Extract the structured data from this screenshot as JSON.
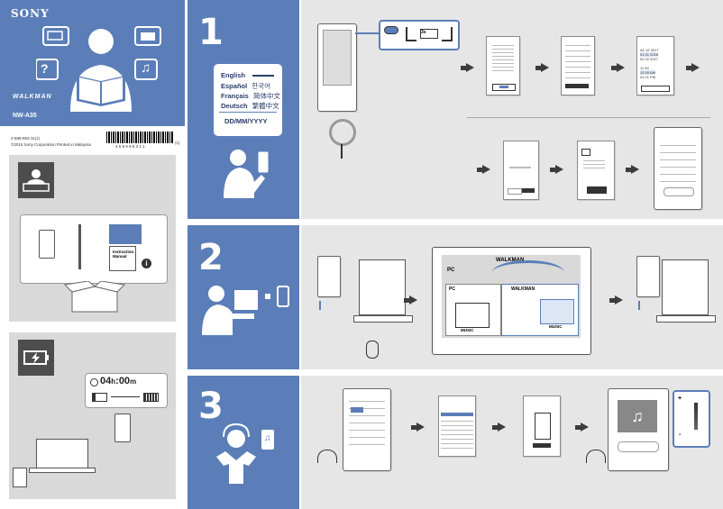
{
  "brand": {
    "sony": "SONY",
    "walkman": "WALKMAN",
    "model": "NW-A35"
  },
  "print_info": {
    "code": "4-589-953-11(1)",
    "copyright": "©2016 Sony Corporation   Printed in Malaysia",
    "barcode_digits": "4 5 8 9 9 5 3 1 1",
    "barcode_suffix": "(1)"
  },
  "steps": {
    "one": "1",
    "two": "2",
    "three": "3"
  },
  "languages": {
    "rows": [
      {
        "left": "English",
        "right": ""
      },
      {
        "left": "Español",
        "right": "한국어"
      },
      {
        "left": "Français",
        "right": "简体中文"
      },
      {
        "left": "Deutsch",
        "right": "繁體中文"
      }
    ],
    "date_format": "DD/MM/YYYY"
  },
  "box_contents": {
    "manual_label": "Instruction Manual"
  },
  "charging": {
    "time_hours": "04",
    "h": "h",
    "sep": ":",
    "time_minutes": "00",
    "m": "m"
  },
  "transfer": {
    "pc_label": "PC",
    "pc_inner": "PC",
    "walkman_label": "WALKMAN",
    "walkman_inner": "WALKMAN",
    "music_left": "MUSIC",
    "music_right": "MUSIC"
  },
  "clock_setup": {
    "rows": [
      "A1   12   2017",
      "01   01   2016",
      "02   02   2017",
      "11   59",
      "12   00  AM",
      "01   01  PM"
    ]
  },
  "icons": {
    "music_note": "♫",
    "question": "?",
    "info": "i",
    "plus": "+",
    "minus": "-"
  }
}
